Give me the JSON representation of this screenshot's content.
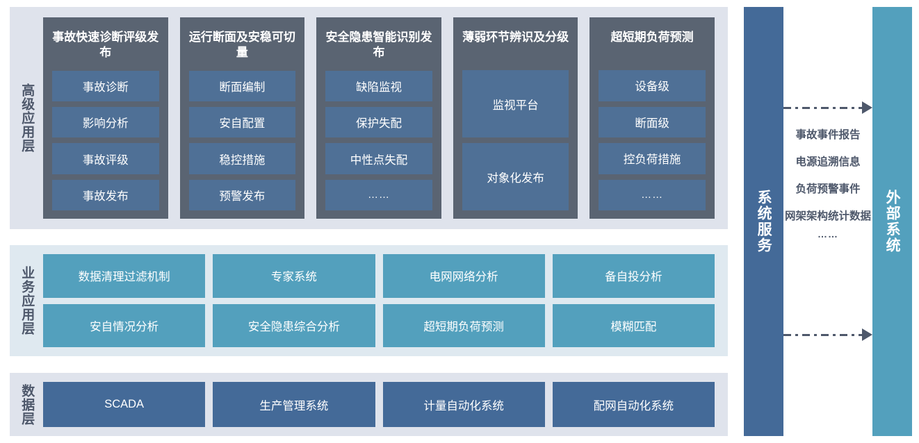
{
  "colors": {
    "layer_panel_grey": "#dfe3ec",
    "layer_panel_blue": "#dfe9f0",
    "adv_column": "#5a6472",
    "adv_item": "#4f7096",
    "business_item": "#53a0bd",
    "data_item": "#446a98",
    "service_bar": "#446a98",
    "external_bar": "#53a0bd",
    "label_text": "#4e586b"
  },
  "layers": [
    {
      "id": "advanced-application-layer",
      "label": "高级应用层",
      "columns": [
        {
          "title": "事故快速诊断评级发布",
          "items": [
            "事故诊断",
            "影响分析",
            "事故评级",
            "事故发布"
          ]
        },
        {
          "title": "运行断面及安稳可切量",
          "items": [
            "断面编制",
            "安自配置",
            "稳控措施",
            "预警发布"
          ]
        },
        {
          "title": "安全隐患智能识别发布",
          "items": [
            "缺陷监视",
            "保护失配",
            "中性点失配",
            "……"
          ]
        },
        {
          "title": "薄弱环节辨识及分级",
          "items": [
            "监视平台",
            "对象化发布"
          ]
        },
        {
          "title": "超短期负荷预测",
          "items": [
            "设备级",
            "断面级",
            "控负荷措施",
            "……"
          ]
        }
      ]
    },
    {
      "id": "business-application-layer",
      "label": "业务应用层",
      "items": [
        "数据清理过滤机制",
        "专家系统",
        "电网网络分析",
        "备自投分析",
        "安自情况分析",
        "安全隐患综合分析",
        "超短期负荷预测",
        "模糊匹配"
      ]
    },
    {
      "id": "data-layer",
      "label": "数据层",
      "items": [
        "SCADA",
        "生产管理系统",
        "计量自动化系统",
        "配网自动化系统"
      ]
    }
  ],
  "side": {
    "service_bar_label": "系统服务",
    "external_bar_label": "外部系统",
    "flow_labels": [
      "事故事件报告",
      "电源追溯信息",
      "负荷预警事件",
      "网架架构统计数据"
    ],
    "flow_ellipsis": "……",
    "arrow_icon": "arrow-right-icon"
  }
}
